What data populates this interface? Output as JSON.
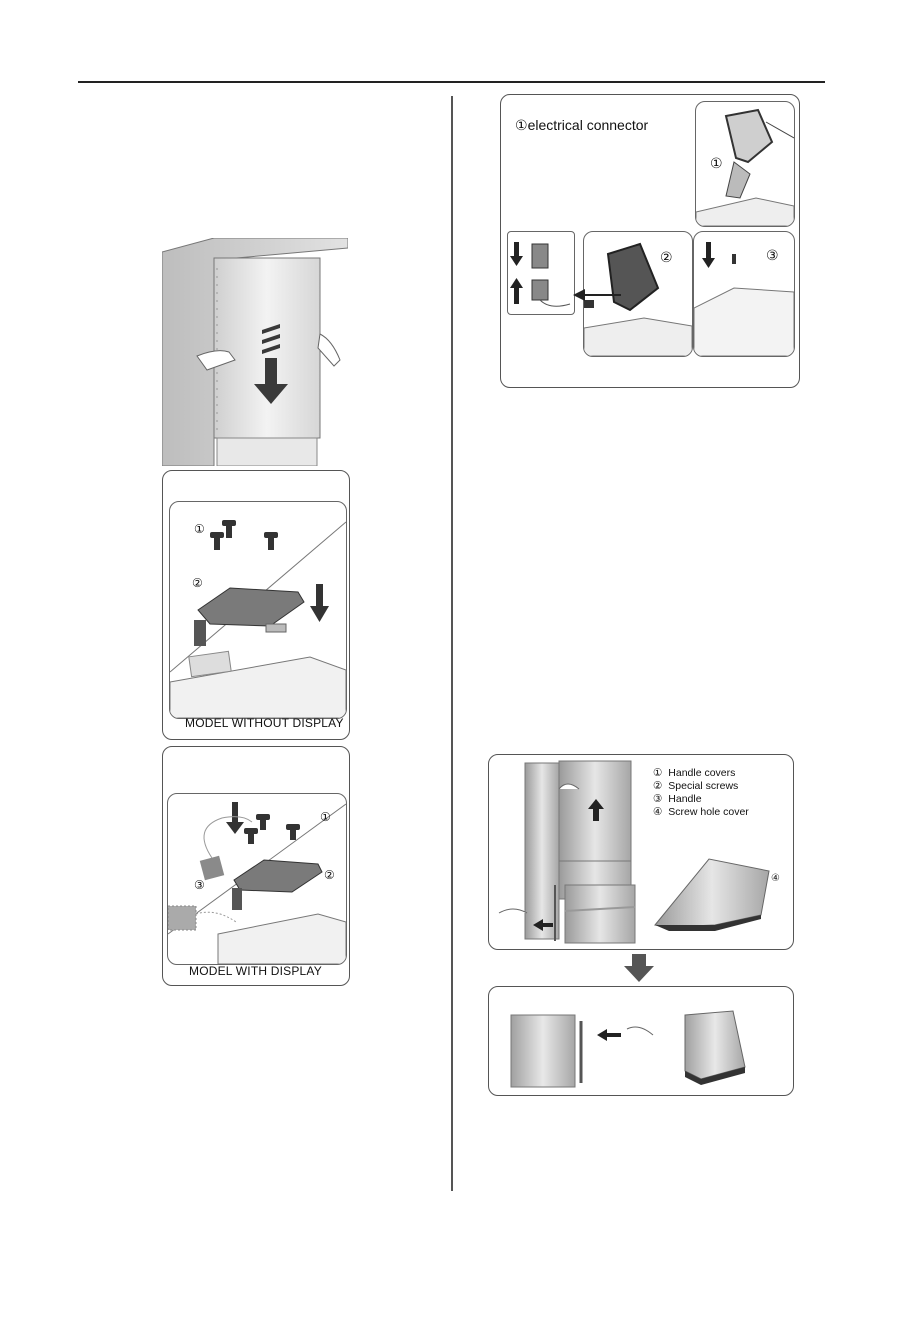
{
  "figure_top": {
    "callout_1": "①",
    "label": "electrical   connector",
    "callout_1b": "①",
    "callout_2": "②",
    "callout_3": "③"
  },
  "figure_without_display": {
    "callout_1": "①",
    "callout_2": "②",
    "caption": "MODEL WITHOUT DISPLAY"
  },
  "figure_with_display": {
    "callout_1": "①",
    "callout_2": "②",
    "callout_3": "③",
    "caption": "MODEL WITH DISPLAY"
  },
  "figure_handle": {
    "legend": [
      {
        "num": "①",
        "text": "Handle  covers"
      },
      {
        "num": "②",
        "text": "Special  screws"
      },
      {
        "num": "③",
        "text": "Handle"
      },
      {
        "num": "④",
        "text": "Screw  hole  cover"
      }
    ],
    "callout_4": "④"
  }
}
